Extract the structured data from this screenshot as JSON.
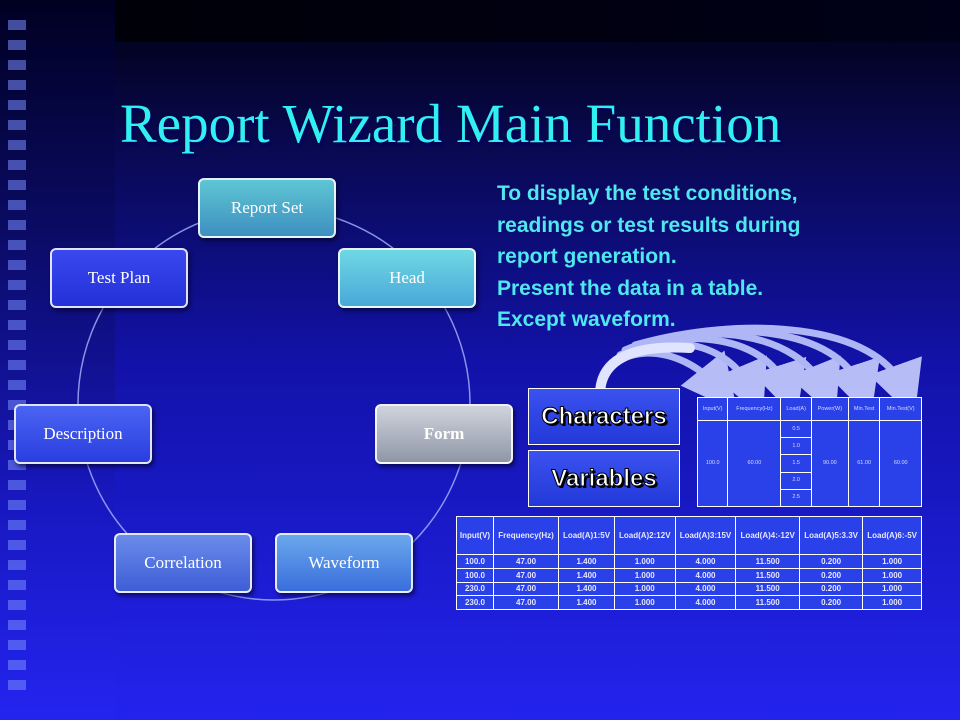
{
  "slide": {
    "title": "Report Wizard Main Function",
    "description_lines": [
      "To display the test conditions,",
      "readings or test results during",
      "report generation.",
      "Present the data in a table.",
      "Except waveform."
    ]
  },
  "cycle_nodes": [
    {
      "label": "Report Set",
      "color_top": "#5ec6d4",
      "color_bottom": "#3e8fc0"
    },
    {
      "label": "Head",
      "color_top": "#6fd8e4",
      "color_bottom": "#48a8d8"
    },
    {
      "label": "Form",
      "color_top": "#cfd4dc",
      "color_bottom": "#8f96a6"
    },
    {
      "label": "Waveform",
      "color_top": "#6aa8ec",
      "color_bottom": "#3a6edc"
    },
    {
      "label": "Correlation",
      "color_top": "#6a8cea",
      "color_bottom": "#3f5ed6"
    },
    {
      "label": "Description",
      "color_top": "#4a64f2",
      "color_bottom": "#2a3ee0"
    },
    {
      "label": "Test Plan",
      "color_top": "#3a48f0",
      "color_bottom": "#2430d8"
    }
  ],
  "labels": {
    "characters": "Characters",
    "variables": "Variables"
  },
  "small_table": {
    "headers": [
      "Input(V)",
      "Frequency(Hz)",
      "Load(A)",
      "Power(W)",
      "Min.Test",
      "Min.Test(V)"
    ],
    "load_column": [
      "0.5",
      "1.0",
      "1.5",
      "2.0",
      "2.5"
    ],
    "values": [
      "100.0",
      "60.00",
      "90.00",
      "61.00",
      "60.00"
    ]
  },
  "big_table": {
    "headers": [
      "Input(V)",
      "Frequency(Hz)",
      "Load(A)1:5V",
      "Load(A)2:12V",
      "Load(A)3:15V",
      "Load(A)4:-12V",
      "Load(A)5:3.3V",
      "Load(A)6:-5V"
    ],
    "rows": [
      [
        "100.0",
        "47.00",
        "1.400",
        "1.000",
        "4.000",
        "11.500",
        "0.200",
        "1.000"
      ],
      [
        "100.0",
        "47.00",
        "1.400",
        "1.000",
        "4.000",
        "11.500",
        "0.200",
        "1.000"
      ],
      [
        "230.0",
        "47.00",
        "1.400",
        "1.000",
        "4.000",
        "11.500",
        "0.200",
        "1.000"
      ],
      [
        "230.0",
        "47.00",
        "1.400",
        "1.000",
        "4.000",
        "11.500",
        "0.200",
        "1.000"
      ]
    ]
  },
  "colors": {
    "title": "#32f0f0",
    "description": "#4ee8ee",
    "arrow": "#b8c4ff",
    "cycle_line": "#aab4ff"
  }
}
